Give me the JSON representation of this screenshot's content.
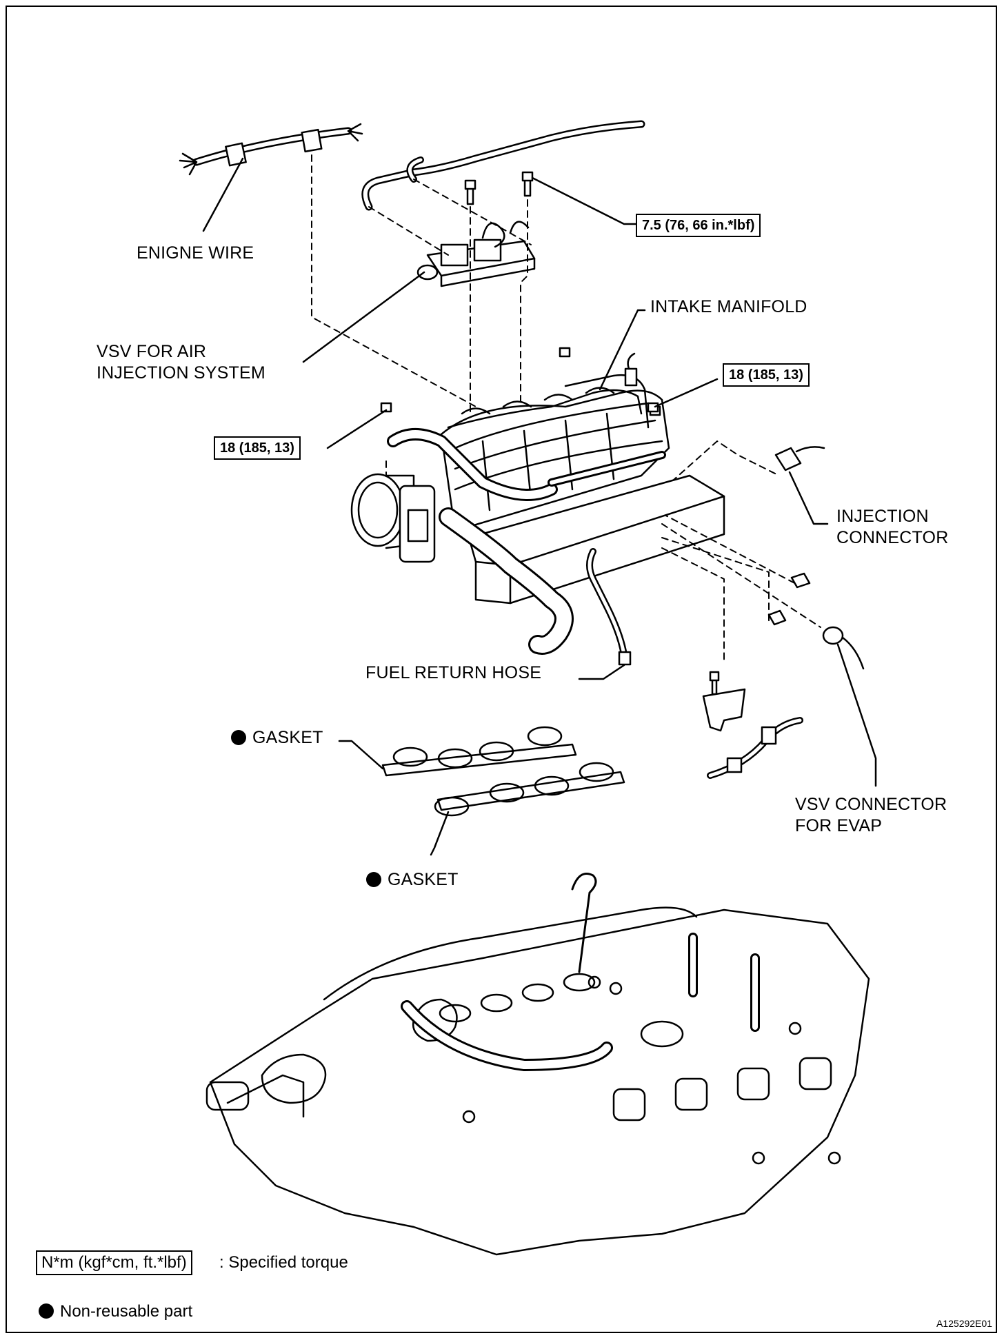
{
  "labels": {
    "engine_wire": "ENIGNE WIRE",
    "vsv_air_line1": "VSV FOR AIR",
    "vsv_air_line2": "INJECTION SYSTEM",
    "intake_manifold": "INTAKE MANIFOLD",
    "injection_connector_line1": "INJECTION",
    "injection_connector_line2": "CONNECTOR",
    "fuel_return_hose": "FUEL RETURN HOSE",
    "gasket_upper": "GASKET",
    "gasket_lower": "GASKET",
    "vsv_evap_line1": "VSV CONNECTOR",
    "vsv_evap_line2": "FOR EVAP"
  },
  "torques": {
    "vsv_bolt": "7.5 (76, 66 in.*lbf)",
    "manifold_right": "18 (185, 13)",
    "manifold_left": "18 (185, 13)"
  },
  "legend": {
    "torque_unit": "N*m (kgf*cm, ft.*lbf)",
    "torque_desc": ": Specified torque",
    "nonreusable_desc": "Non-reusable part"
  },
  "figure_code": "A125292E01"
}
